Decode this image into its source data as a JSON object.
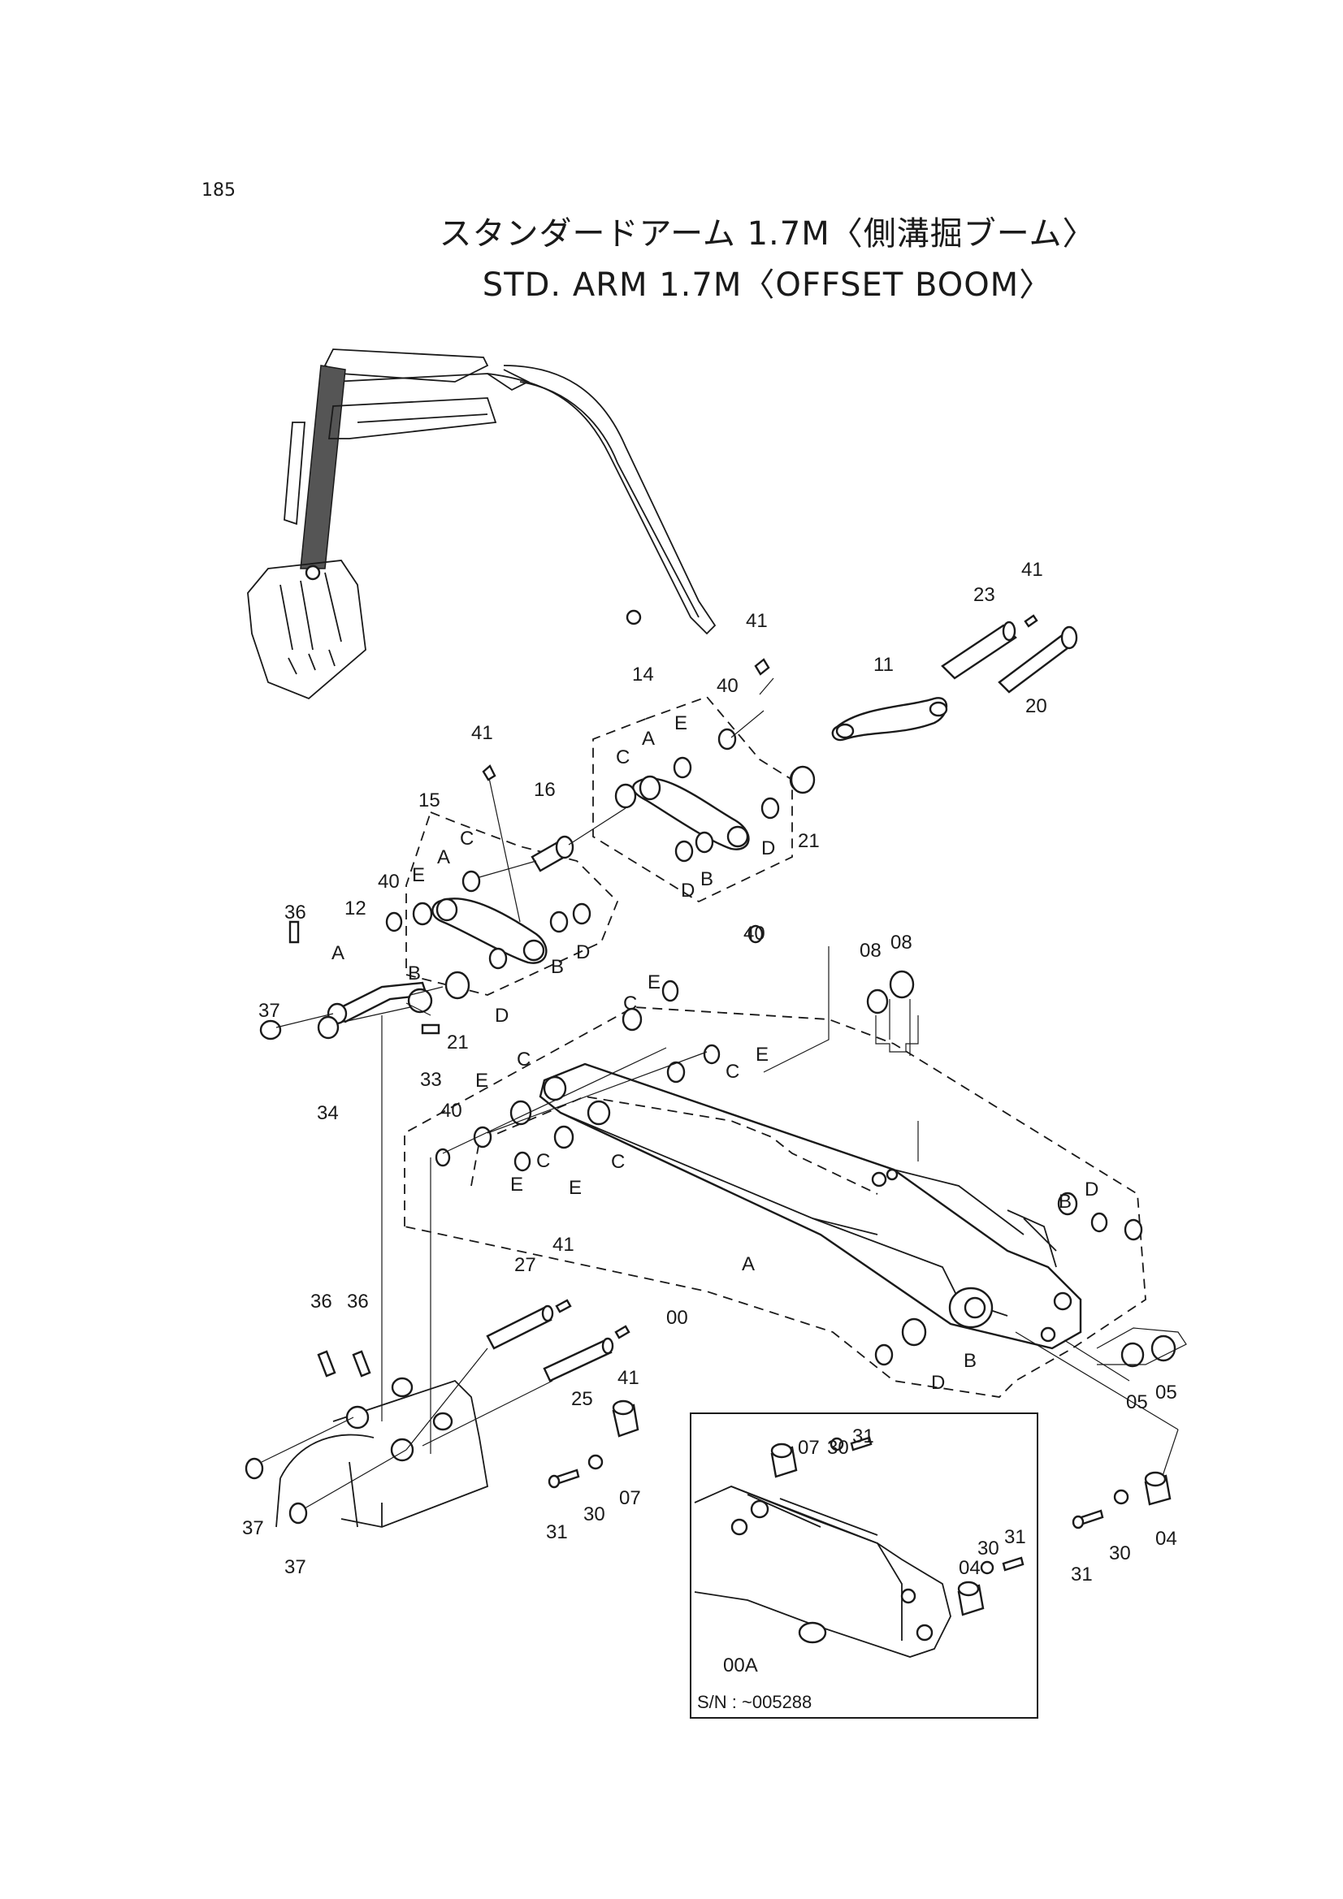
{
  "page_number": "185",
  "title_jp": "スタンダードアーム 1.7M〈側溝掘ブーム〉",
  "title_en": "STD. ARM 1.7M〈OFFSET BOOM〉",
  "serial_note": "S/N : ~005288",
  "inset_label": "00A",
  "labels": {
    "p41a": "41",
    "p23": "23",
    "p20": "20",
    "p41b": "41",
    "p11": "11",
    "p14": "14",
    "p40a": "40",
    "pEa": "E",
    "pAa": "A",
    "pCa": "C",
    "p41c": "41",
    "p16": "16",
    "p15": "15",
    "p21a": "21",
    "pDa": "D",
    "pBa": "B",
    "pDb": "D",
    "pEb": "E",
    "pAb": "A",
    "pCb": "C",
    "p40b": "40",
    "p36a": "36",
    "p12": "12",
    "pAc": "A",
    "pBc": "B",
    "pBd": "B",
    "pDc": "D",
    "pDd": "D",
    "p21b": "21",
    "p37a": "37",
    "p34": "34",
    "p33": "33",
    "p40c": "40",
    "pEc": "E",
    "pCc": "C",
    "pEd": "E",
    "pCd": "C",
    "p08a": "08",
    "p08b": "08",
    "pEe": "E",
    "pCe": "C",
    "p40d": "40",
    "pEf": "E",
    "pCf": "C",
    "pCg": "C",
    "pEg": "E",
    "pA": "A",
    "pBe": "B",
    "pDe": "D",
    "p00": "00",
    "p27": "27",
    "p41d": "41",
    "p41e": "41",
    "p25": "25",
    "p36b": "36",
    "p36c": "36",
    "pBf": "B",
    "pDf": "D",
    "p05a": "05",
    "p05b": "05",
    "p37b": "37",
    "p37c": "37",
    "p31a": "31",
    "p30a": "30",
    "p07a": "07",
    "p07b": "07",
    "p30b": "30",
    "p31b": "31",
    "p04a": "04",
    "p30c": "30",
    "p31c": "31",
    "p31d": "31",
    "p30d": "30",
    "p04b": "04"
  }
}
